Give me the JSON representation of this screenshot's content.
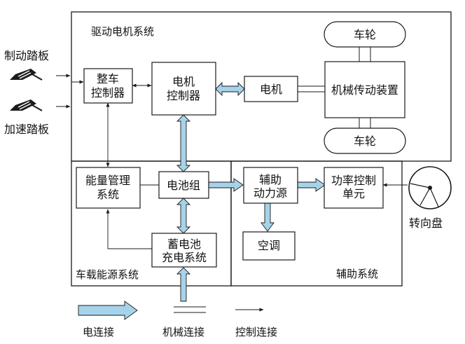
{
  "colors": {
    "electric_fill": "#a6d3ea",
    "line": "#1a1a1a",
    "box_fill": "#ffffff"
  },
  "systems": {
    "drive": "驱动电机系统",
    "energy": "车载能源系统",
    "aux": "辅助系统"
  },
  "boxes": {
    "vehicle_controller": [
      "整车",
      "控制器"
    ],
    "motor_controller": [
      "电机",
      "控制器"
    ],
    "motor": "电机",
    "transmission": "机械传动装置",
    "wheel_top": "车轮",
    "wheel_bottom": "车轮",
    "energy_mgmt": [
      "能量管理",
      "系统"
    ],
    "battery_pack": "电池组",
    "charger": [
      "蓄电池",
      "充电系统"
    ],
    "aux_power": [
      "辅助",
      "动力源"
    ],
    "power_steering": [
      "功率控制",
      "单元"
    ],
    "air_conditioner": "空调"
  },
  "external": {
    "brake_pedal": "制动踏板",
    "accel_pedal": "加速踏板",
    "steering_wheel": "转向盘",
    "pedal_icon": "pedal-icon",
    "steering_icon": "steering-wheel-icon"
  },
  "legend": {
    "electric": "电连接",
    "mechanical": "机械连接",
    "control": "控制连接"
  }
}
